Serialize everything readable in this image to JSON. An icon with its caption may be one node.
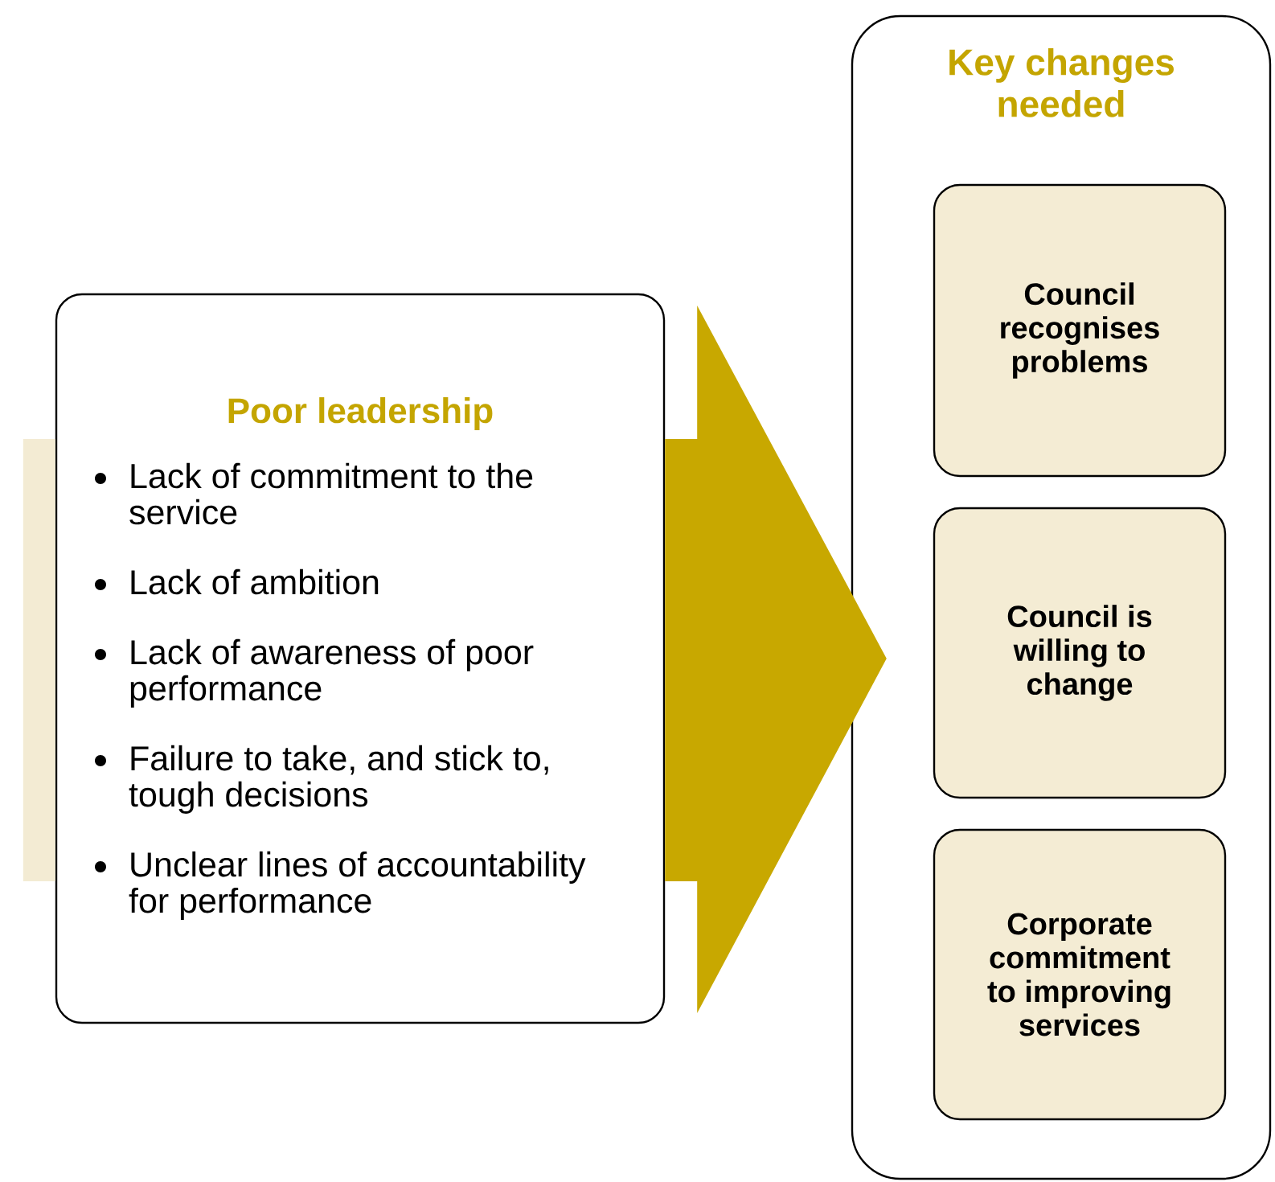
{
  "diagram": {
    "nodes": [
      {
        "text": [
          "Poor leadership",
          "Lack of commitment to the service",
          "Lack of ambition",
          "Lack of awareness of poor performance",
          "Failure to take, and stick to, tough decisions",
          "Unclear lines of accountability for performance"
        ]
      },
      {
        "text": [
          "Key changes needed"
        ]
      },
      {
        "text": [
          "Council recognises problems"
        ],
        "in": 1
      },
      {
        "text": [
          "Council is willing to change"
        ],
        "in": 1
      },
      {
        "text": [
          "Corporate commitment to improving services"
        ],
        "in": 1
      }
    ],
    "edges": [
      {
        "from": 0,
        "to": 1,
        "arrow": "to"
      }
    ]
  }
}
